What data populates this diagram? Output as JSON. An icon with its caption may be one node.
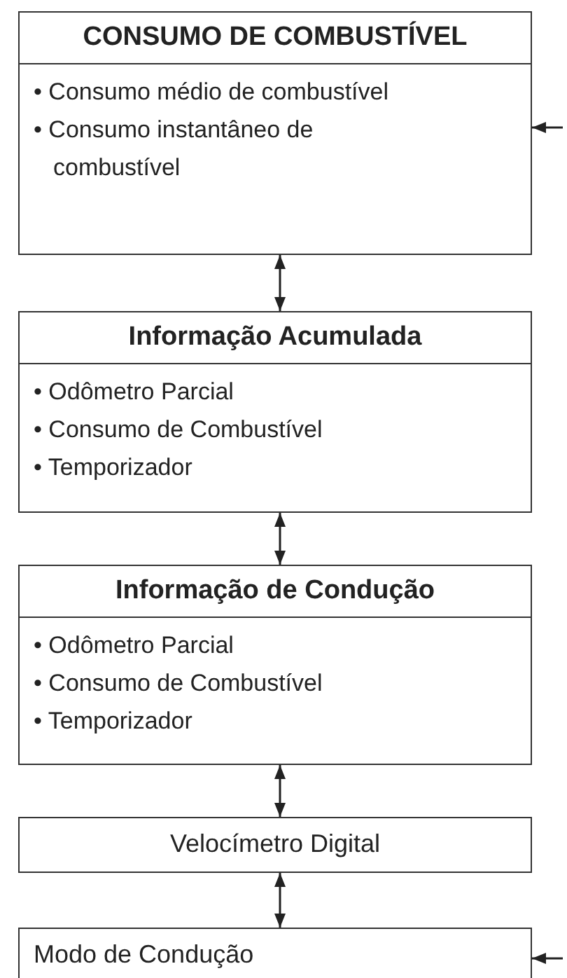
{
  "diagram": {
    "nodes": [
      {
        "text": [
          "CONSUMO DE COMBUSTÍVEL",
          "• Consumo médio de combustível",
          "• Consumo instantâneo de combustível"
        ]
      },
      {
        "text": [
          "Informação Acumulada",
          "• Odômetro Parcial",
          "• Consumo de Combustível",
          "• Temporizador"
        ]
      },
      {
        "text": [
          "Informação de Condução",
          "• Odômetro Parcial",
          "• Consumo de Combustível",
          "• Temporizador"
        ]
      },
      {
        "text": [
          "Velocímetro Digital"
        ]
      },
      {
        "text": [
          "Modo de Condução"
        ]
      }
    ],
    "edges": [
      {
        "from": 0,
        "to": 1,
        "arrow": "both"
      },
      {
        "from": 1,
        "to": 2,
        "arrow": "both"
      },
      {
        "from": 2,
        "to": 3,
        "arrow": "both"
      },
      {
        "from": 3,
        "to": 4,
        "arrow": "both"
      },
      {
        "from": null,
        "to": 0,
        "arrow": "to"
      },
      {
        "from": null,
        "to": 4,
        "arrow": "to"
      }
    ]
  }
}
